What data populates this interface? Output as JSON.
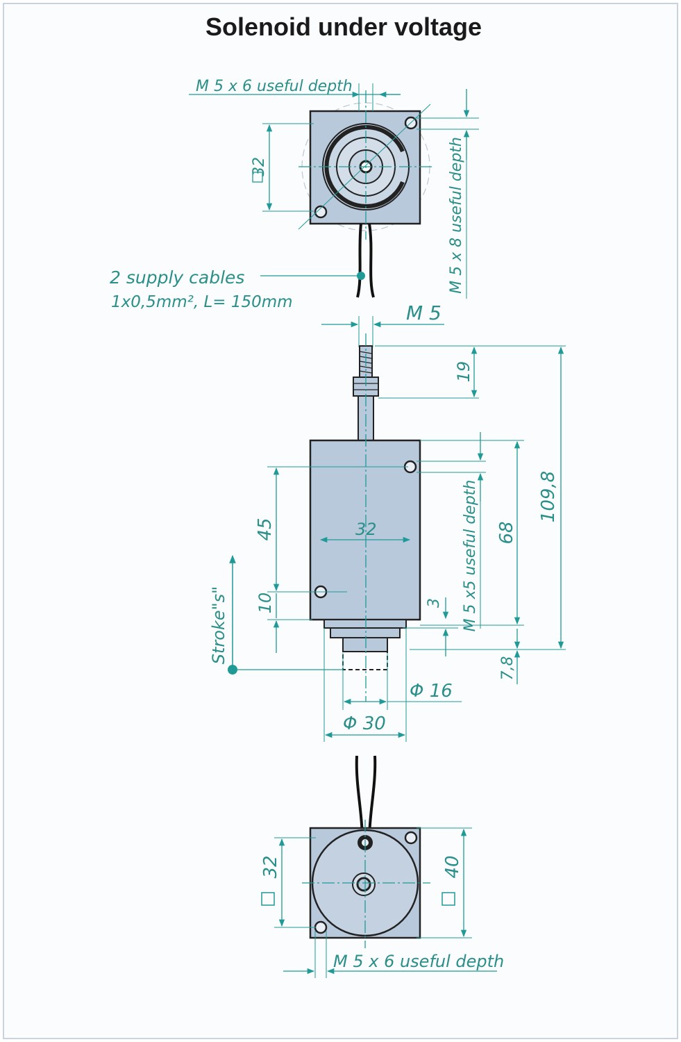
{
  "title": "Solenoid under voltage",
  "colors": {
    "dimension": "#1f9a96",
    "body_fill": "#b9c9dc",
    "outline": "#222222",
    "background": "#fbfcfd"
  },
  "top_view": {
    "thread_label": "M 5 x 6 useful depth",
    "square_label": "32",
    "side_thread_label": "M 5 x 8 useful depth",
    "cable_label_line1": "2 supply cables",
    "cable_label_line2": "1x0,5mm², L= 150mm"
  },
  "side_view": {
    "plunger_thread": "M 5",
    "dim_19": "19",
    "dim_109_8": "109,8",
    "dim_68": "68",
    "dim_45": "45",
    "dim_32": "32",
    "dim_10": "10",
    "dim_3": "3",
    "side_thread": "M 5 x5 useful depth",
    "dim_7_8": "7,8",
    "stroke_label": "Stroke\"s\"",
    "dia_16": "Φ 16",
    "dia_30": "Φ 30"
  },
  "bottom_view": {
    "square_32": "32",
    "square_40": "40",
    "thread_label": "M 5 x 6 useful depth"
  }
}
